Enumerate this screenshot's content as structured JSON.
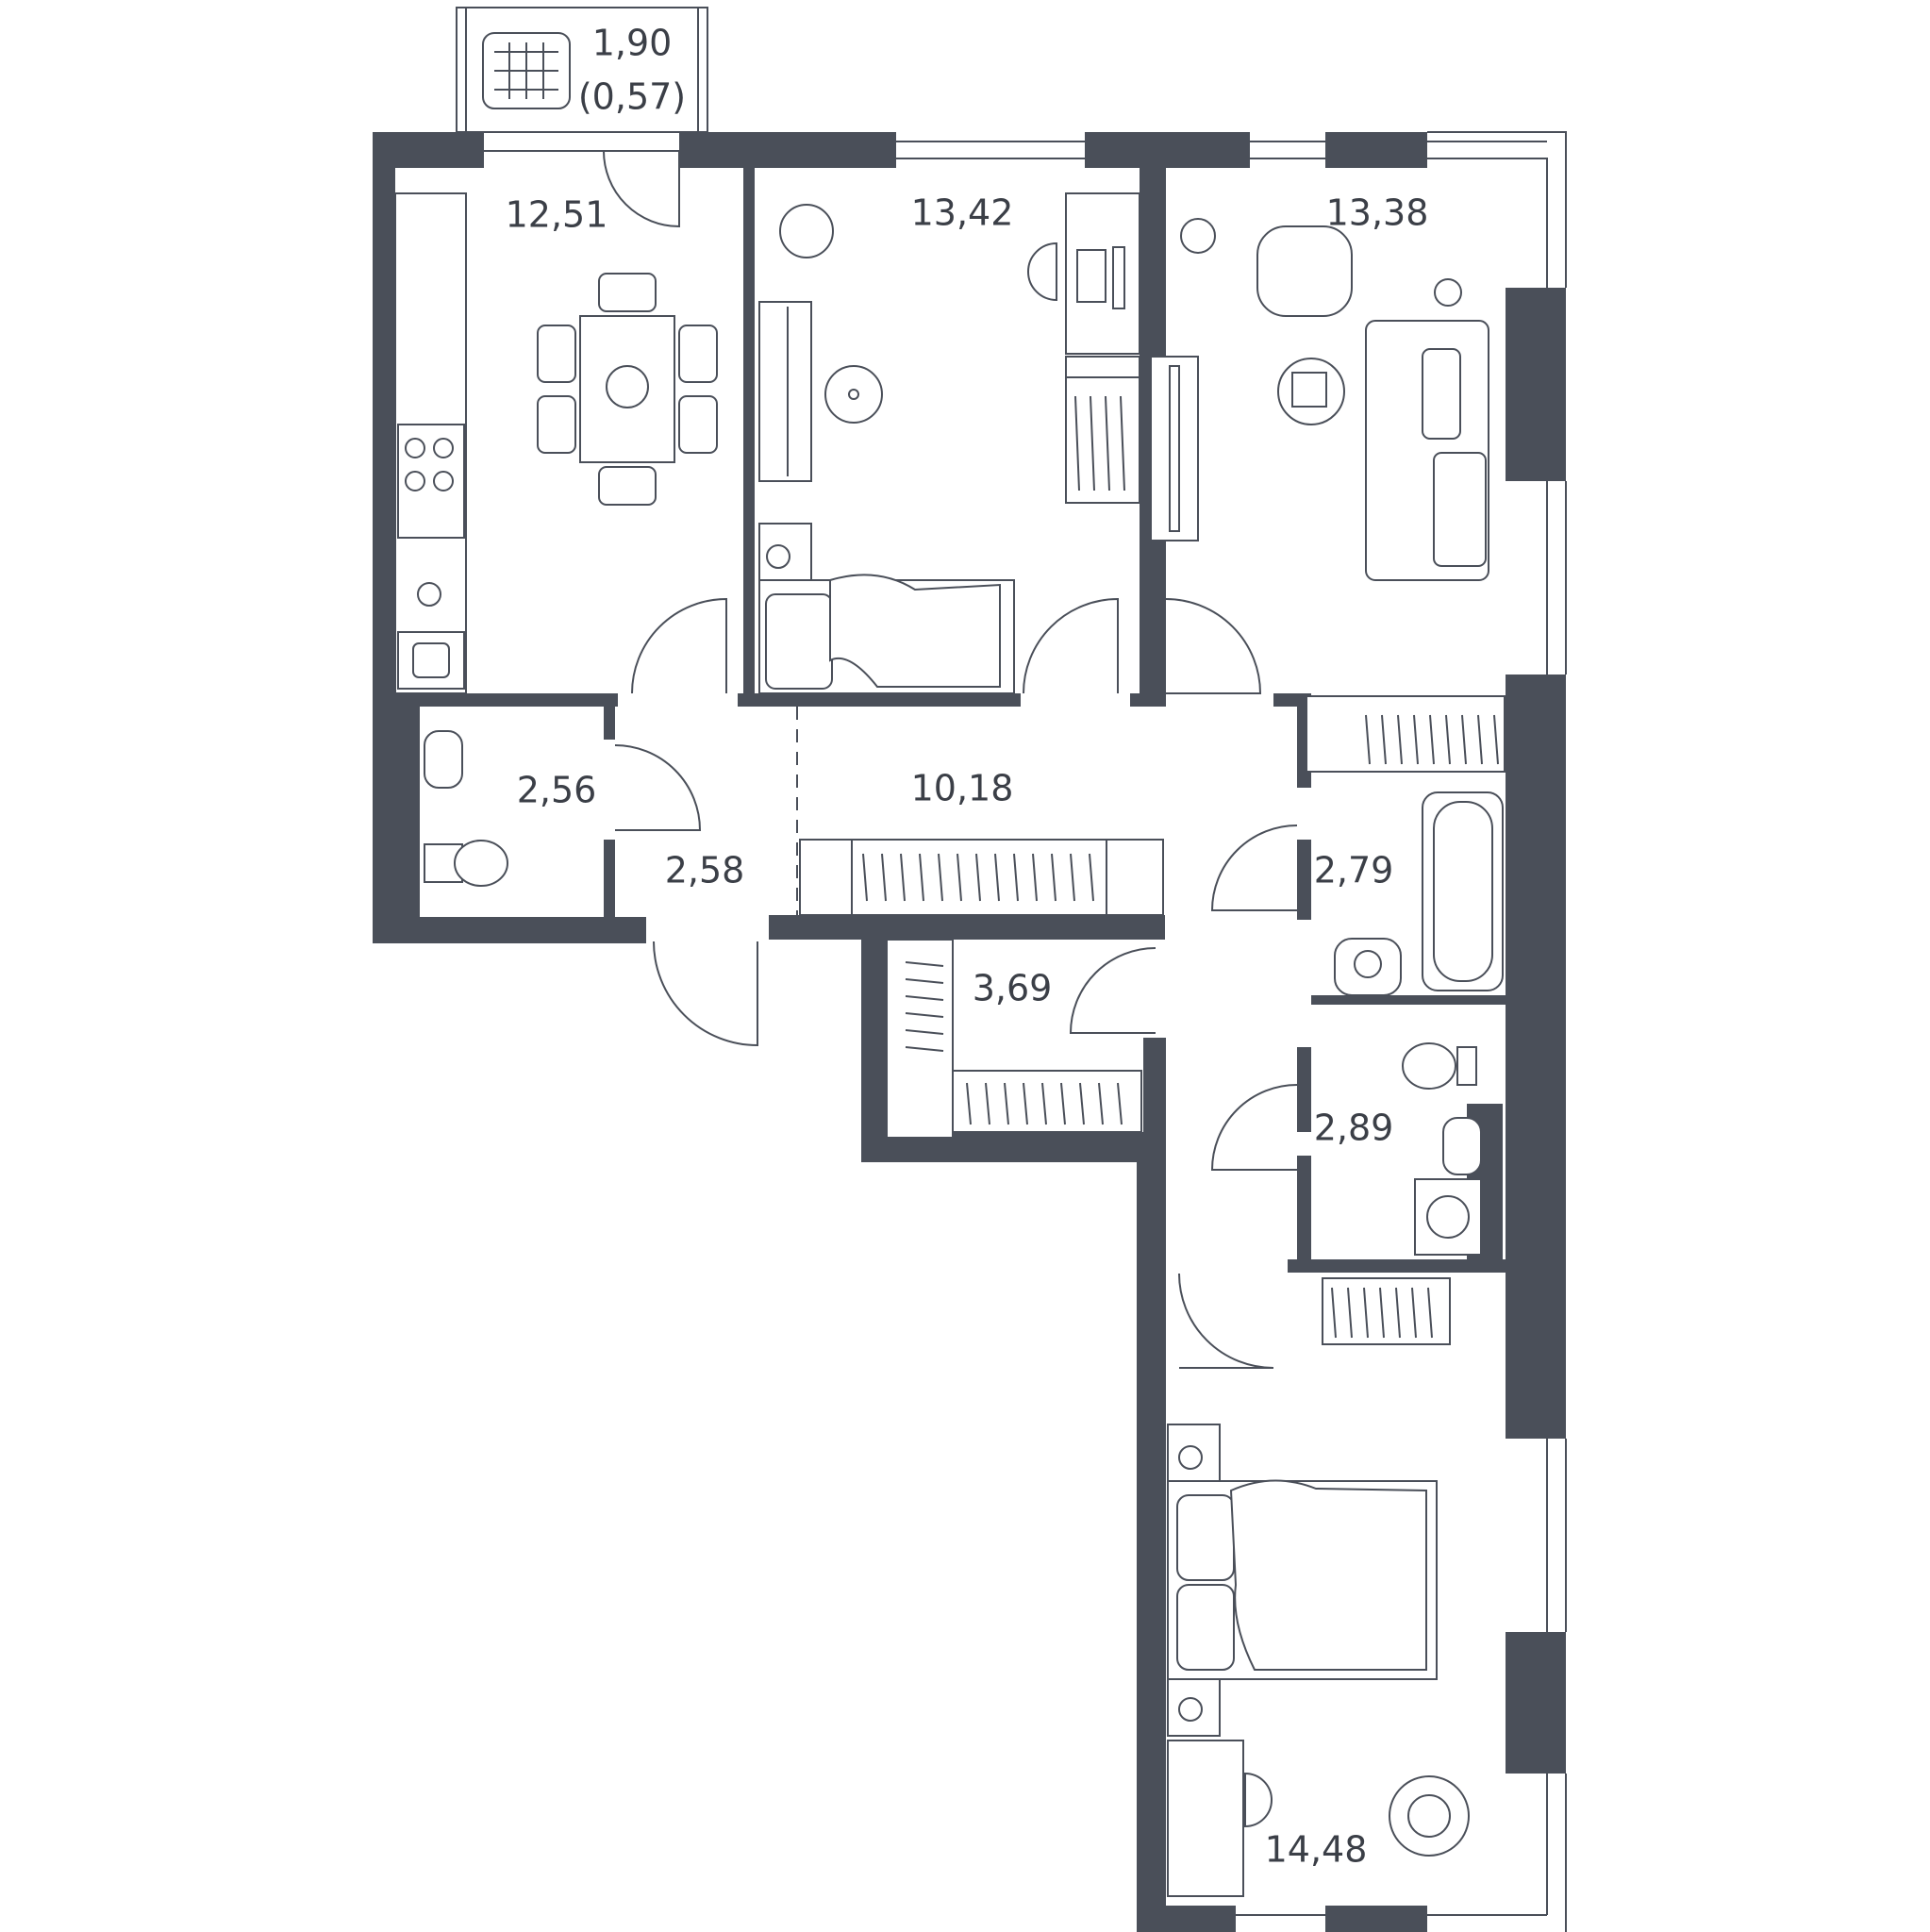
{
  "rooms": {
    "balcony_area": "1,90",
    "balcony_reduced_area": "(0,57)",
    "kitchen_area": "12,51",
    "bedroom_1_area": "13,42",
    "living_area": "13,38",
    "wc_area": "2,56",
    "vestibule_area": "2,58",
    "hall_area": "10,18",
    "bathroom_area": "2,79",
    "storage_area": "3,69",
    "wc_2_area": "2,89",
    "bedroom_2_area": "14,48"
  },
  "colors": {
    "wall": "#4a4f59",
    "line": "#4a4f59",
    "label": "#3b3f47",
    "background": "#ffffff"
  }
}
